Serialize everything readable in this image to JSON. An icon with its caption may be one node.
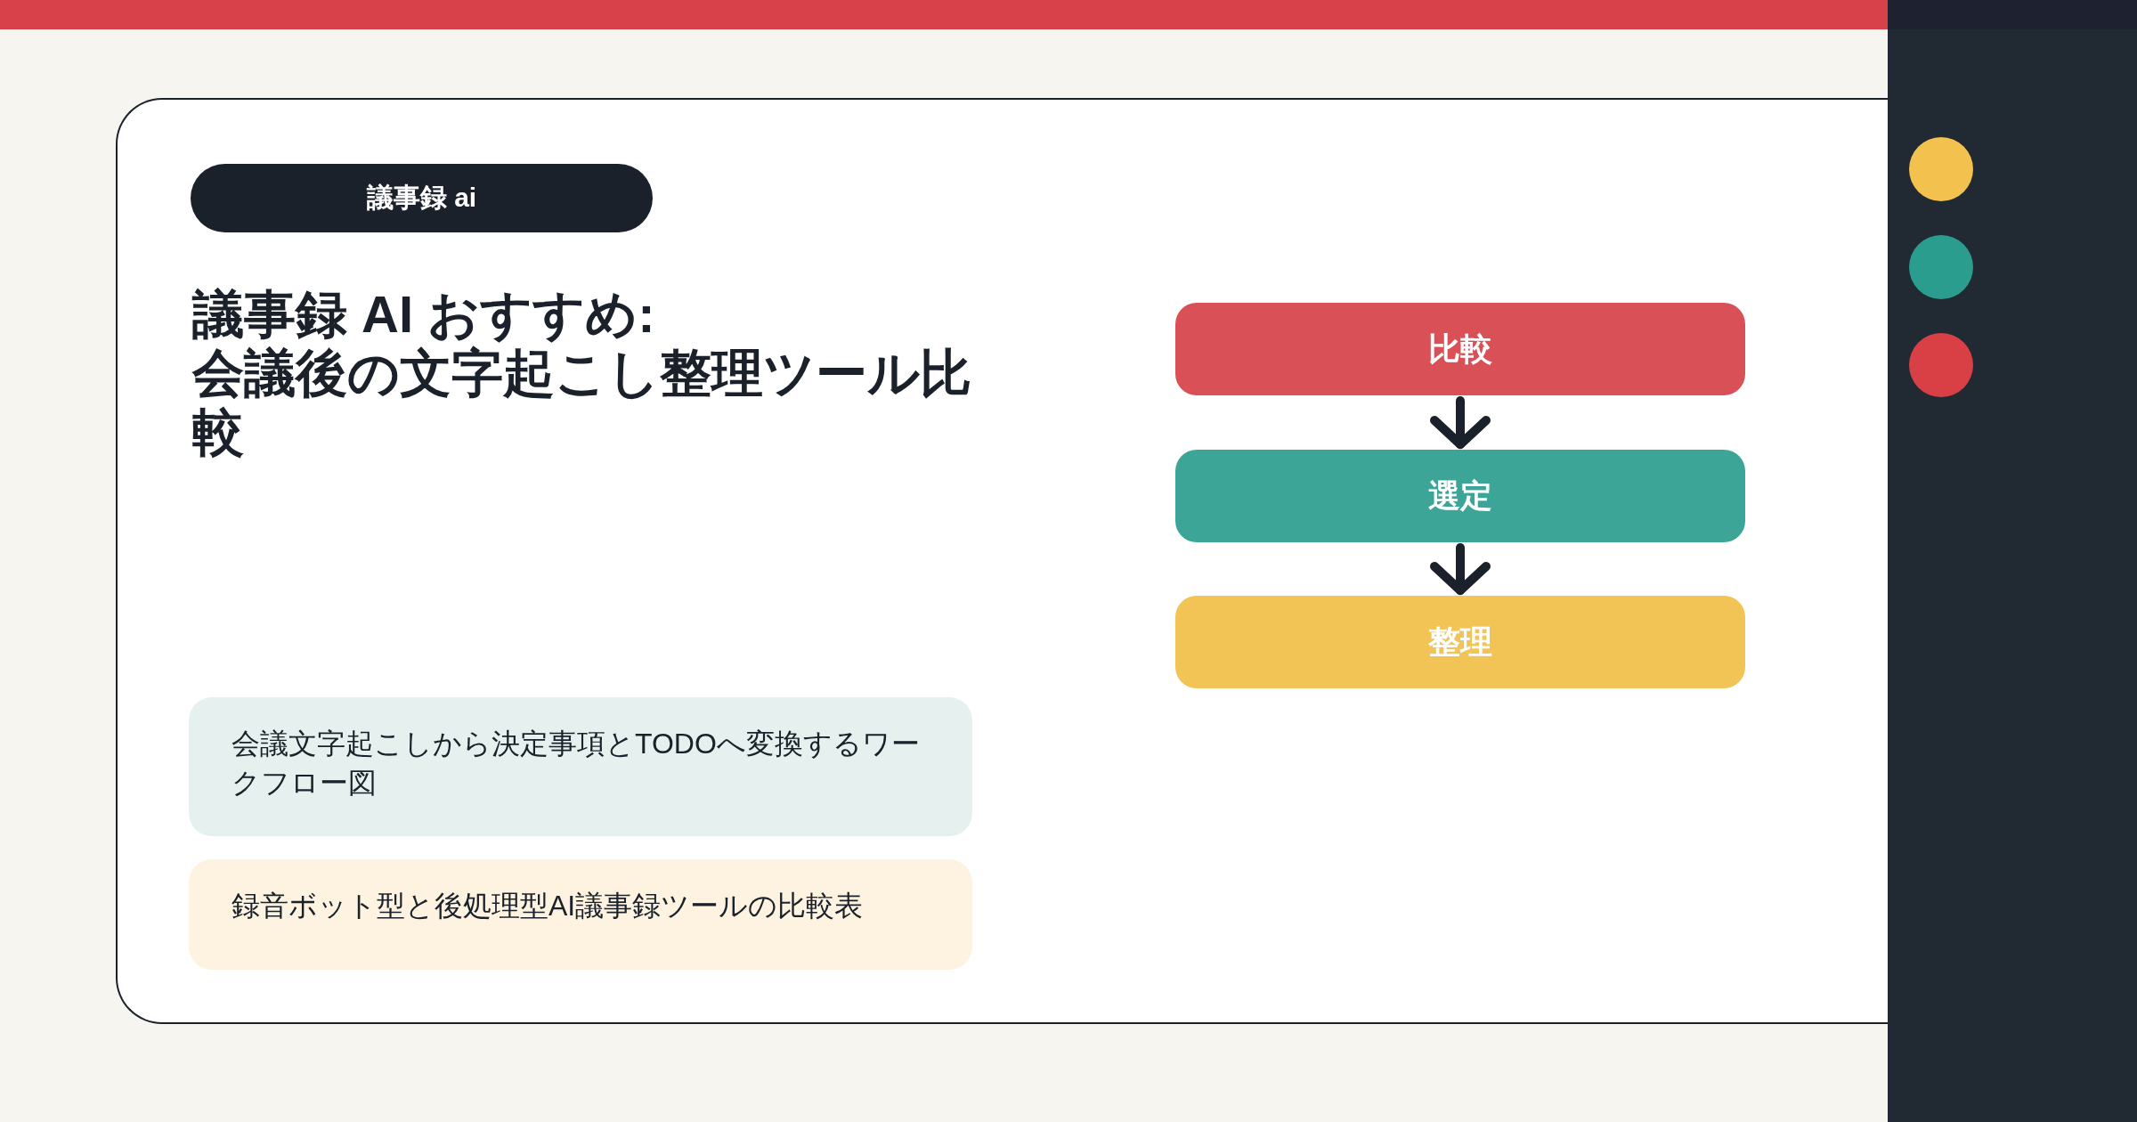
{
  "diagram": {
    "title": "議事録 AI おすすめ: 会議後の文字起こし整理ツール比較",
    "nodes": [
      {
        "text": [],
        "shape": "box"
      },
      {
        "text": [
          "議事録 ai"
        ],
        "in": 0
      },
      {
        "text": [
          "比較"
        ],
        "in": 0
      },
      {
        "text": [
          "選定"
        ],
        "in": 0
      },
      {
        "text": [
          "整理"
        ],
        "in": 0
      },
      {
        "text": [
          "会議文字起こしから決定事項とTODOへ変換するワークフロー図"
        ],
        "in": 0
      },
      {
        "text": [
          "録音ボット型と後処理型AI議事録ツールの比較表"
        ],
        "in": 0
      }
    ],
    "edges": [
      {
        "from": 2,
        "to": 3,
        "arrow": "to"
      },
      {
        "from": 3,
        "to": 4,
        "arrow": "to"
      }
    ]
  }
}
